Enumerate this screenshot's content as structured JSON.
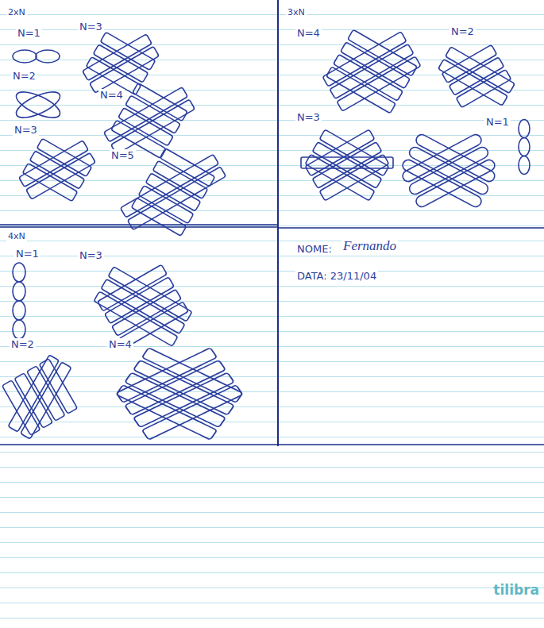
{
  "diagram": {
    "labels": [
      "2xN",
      "N=1",
      "N=3",
      "N=2",
      "N=4",
      "N=3",
      "N=5",
      "3xN",
      "N=4",
      "N=2",
      "N=3",
      "N=1",
      "4xN",
      "N=1",
      "N=3",
      "N=2",
      "N=4",
      "NOME:",
      "Fernando",
      "DATA: 23/11/04",
      "tilibra"
    ]
  }
}
